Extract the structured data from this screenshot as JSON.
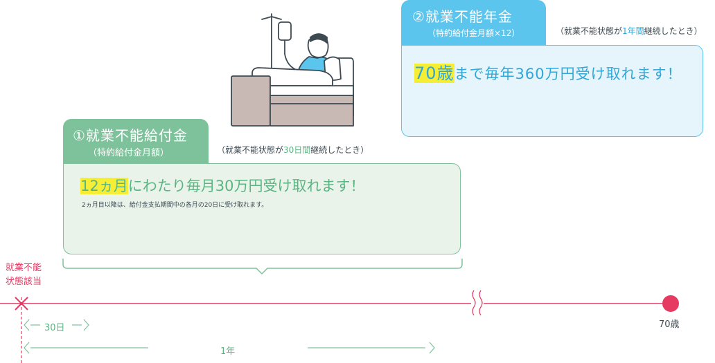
{
  "benefit1": {
    "title": "①就業不能給付金",
    "subtitle": "（特約給付金月額）",
    "condition_prefix": "（就業不能状態が",
    "condition_period": "30日間",
    "condition_suffix": "継続したとき）",
    "headline_highlight": "12ヵ月",
    "headline_rest": "にわたり毎月30万円受け取れます！",
    "note": "2ヵ月目以降は、給付金支払期間中の各月の20日に受け取れます。"
  },
  "benefit2": {
    "title": "②就業不能年金",
    "subtitle": "（特約給付金月額×12）",
    "condition_prefix": "（就業不能状態が",
    "condition_period": "1年間",
    "condition_suffix": "継続したとき）",
    "headline_highlight": "70歳",
    "headline_rest": "まで毎年360万円受け取れます！"
  },
  "timeline": {
    "trigger_label_line1": "就業不能",
    "trigger_label_line2": "状態該当",
    "end_label": "70歳",
    "span_30d": "30日",
    "span_1y": "1年"
  },
  "colors": {
    "green": "#7dc29b",
    "blue": "#5bc5ee",
    "red": "#e63a63",
    "highlight": "#f5ee35"
  },
  "icons": {
    "illustration": "patient-in-hospital-bed-icon",
    "trigger_marker": "cross-marker-icon",
    "end_marker": "dot-marker-icon",
    "break_mark": "wavy-break-icon"
  }
}
